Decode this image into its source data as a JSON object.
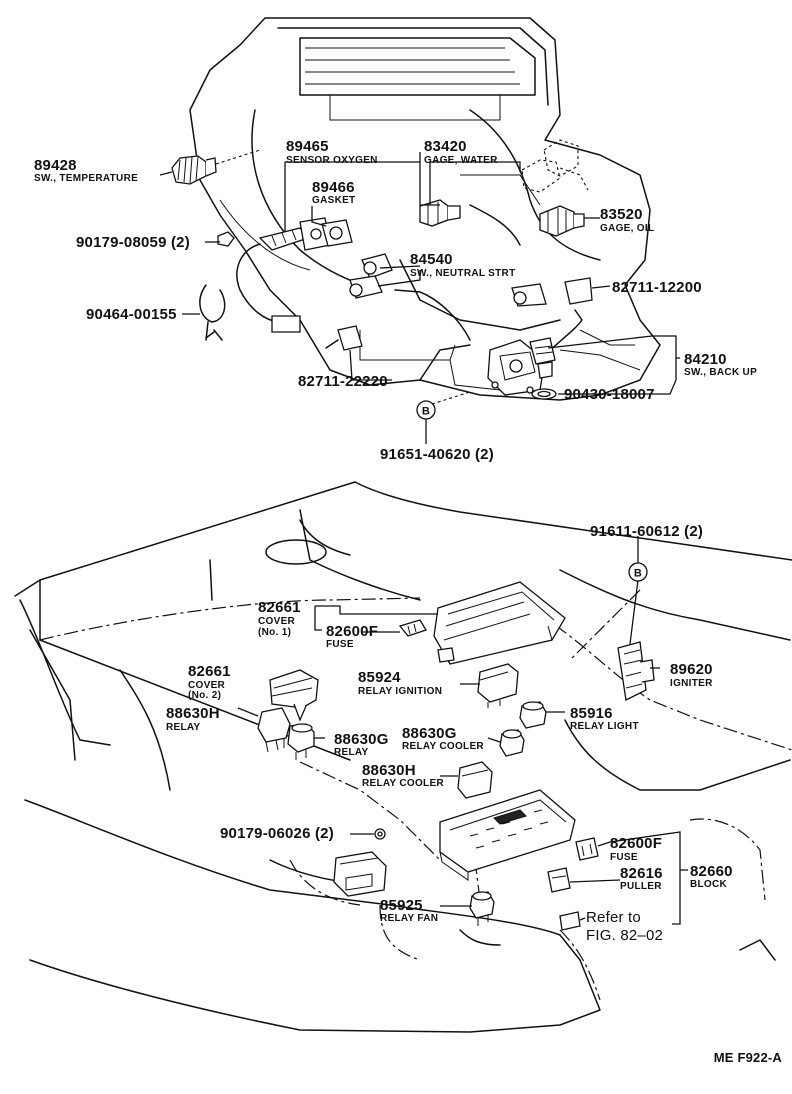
{
  "figure_code": "ME F922-A",
  "refs": {
    "circle_b": "B"
  },
  "callouts": {
    "p89428": {
      "number": "89428",
      "desc": "SW., TEMPERATURE"
    },
    "p89465": {
      "number": "89465",
      "desc": "SENSOR OXYGEN"
    },
    "p89466": {
      "number": "89466",
      "desc": "GASKET"
    },
    "p83420": {
      "number": "83420",
      "desc": "GAGE, WATER"
    },
    "p83520": {
      "number": "83520",
      "desc": "GAGE, OIL"
    },
    "p90179a": {
      "number": "90179-08059 (2)"
    },
    "p90464": {
      "number": "90464-00155"
    },
    "p84540": {
      "number": "84540",
      "desc": "SW., NEUTRAL STRT"
    },
    "p82711a": {
      "number": "82711-12200"
    },
    "p84210": {
      "number": "84210",
      "desc": "SW., BACK UP"
    },
    "p82711b": {
      "number": "82711-22220"
    },
    "p90430": {
      "number": "90430-18007"
    },
    "p91651": {
      "number": "91651-40620 (2)"
    },
    "p91611": {
      "number": "91611-60612 (2)"
    },
    "p82661a": {
      "number": "82661",
      "desc": "COVER",
      "desc2": "(No. 1)"
    },
    "p82600a": {
      "number": "82600F",
      "desc": "FUSE"
    },
    "p82661b": {
      "number": "82661",
      "desc": "COVER",
      "desc2": "(No. 2)"
    },
    "p85924": {
      "number": "85924",
      "desc": "RELAY IGNITION"
    },
    "p89620": {
      "number": "89620",
      "desc": "IGNITER"
    },
    "p88630h": {
      "number": "88630H",
      "desc": "RELAY"
    },
    "p88630g1": {
      "number": "88630G",
      "desc": "RELAY"
    },
    "p88630g2": {
      "number": "88630G",
      "desc": "RELAY COOLER"
    },
    "p85916": {
      "number": "85916",
      "desc": "RELAY LIGHT"
    },
    "p88630h2": {
      "number": "88630H",
      "desc": "RELAY COOLER"
    },
    "p90179b": {
      "number": "90179-06026 (2)"
    },
    "p82600b": {
      "number": "82600F",
      "desc": "FUSE"
    },
    "p82660": {
      "number": "82660",
      "desc": "BLOCK"
    },
    "p82616": {
      "number": "82616",
      "desc": "PULLER"
    },
    "p85925": {
      "number": "85925",
      "desc": "RELAY FAN"
    },
    "refer": {
      "line1": "Refer to",
      "line2": "FIG. 82–02"
    }
  }
}
